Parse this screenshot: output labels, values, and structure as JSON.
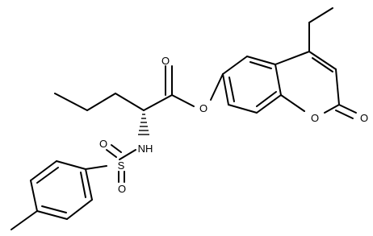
{
  "structure": {
    "atom_labels": {
      "carbonyl_o": "O",
      "ester_o": "O",
      "ring_o": "O",
      "lactone_o": "O",
      "nh": "NH",
      "s": "S",
      "so_top": "O",
      "so_bottom": "O"
    },
    "colors": {
      "bond": "#000000",
      "label": "#000000",
      "background": "#ffffff"
    }
  }
}
